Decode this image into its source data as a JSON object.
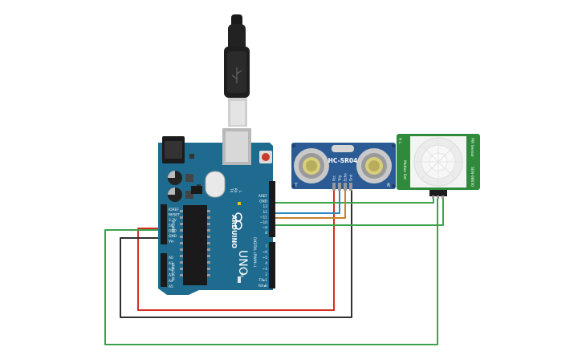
{
  "arduino": {
    "brand": "ARDUINO",
    "model": "UNO",
    "on_label": "ON",
    "tx_label": "TX",
    "rx_label": "RX",
    "l_label": "L",
    "digital_label": "DIGITAL (PWM~)",
    "power_label": "POWER",
    "analog_label": "ANALOG IN",
    "power_pins": [
      "IOREF",
      "RESET",
      "3.3V",
      "5V",
      "GND",
      "GND",
      "Vin"
    ],
    "analog_pins": [
      "A0",
      "A1",
      "A2",
      "A3",
      "A4",
      "A5"
    ],
    "digital_pins_top": [
      "AREF",
      "GND",
      "13",
      "12",
      "~11",
      "~10",
      "~9",
      "8"
    ],
    "digital_pins_bottom": [
      "7",
      "~6",
      "~5",
      "4",
      "~3",
      "2",
      "TX▸1",
      "RX◂0"
    ]
  },
  "ultrasonic": {
    "model": "HC-SR04",
    "pins": [
      "Vcc",
      "Trig",
      "Echo",
      "Gnd"
    ],
    "side_t": "T",
    "side_r": "R"
  },
  "pir": {
    "left_text": "Motion Set",
    "right_text": "PIR Sensor",
    "left_text2": "H L",
    "right_text2": "SEN-08630"
  },
  "colors": {
    "board": "#1f6b8f",
    "wire_red": "#d62f20",
    "wire_black": "#303030",
    "wire_green": "#3aa24a",
    "wire_blue": "#2f87c4",
    "wire_orange": "#c7822f",
    "pir_board": "#2f8b3b",
    "sensor_board": "#2a5b94"
  },
  "icons": [
    "usb-cable-icon",
    "ultrasonic-eye-icon",
    "pir-dome-icon",
    "arduino-infinity-logo"
  ]
}
